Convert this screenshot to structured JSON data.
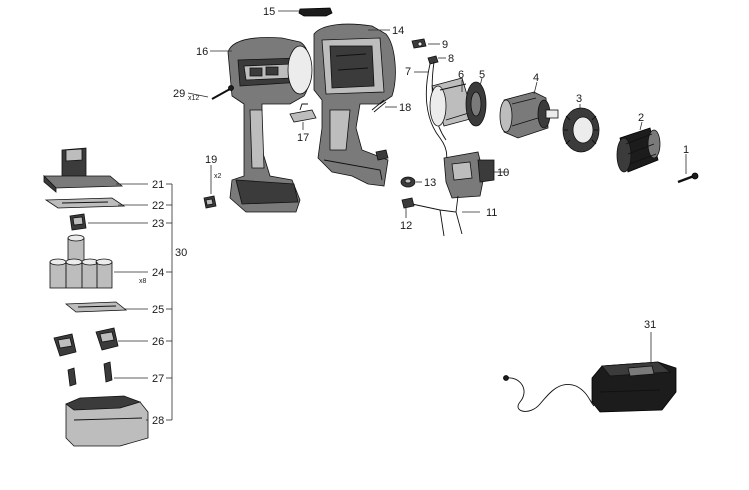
{
  "diagram": {
    "parts": [
      {
        "id": "p1",
        "label": "1"
      },
      {
        "id": "p2",
        "label": "2"
      },
      {
        "id": "p3",
        "label": "3"
      },
      {
        "id": "p4",
        "label": "4"
      },
      {
        "id": "p5",
        "label": "5"
      },
      {
        "id": "p6",
        "label": "6"
      },
      {
        "id": "p7",
        "label": "7"
      },
      {
        "id": "p8",
        "label": "8"
      },
      {
        "id": "p9",
        "label": "9"
      },
      {
        "id": "p10",
        "label": "10"
      },
      {
        "id": "p11",
        "label": "11"
      },
      {
        "id": "p12",
        "label": "12"
      },
      {
        "id": "p13",
        "label": "13"
      },
      {
        "id": "p14",
        "label": "14"
      },
      {
        "id": "p15",
        "label": "15"
      },
      {
        "id": "p16",
        "label": "16"
      },
      {
        "id": "p17",
        "label": "17"
      },
      {
        "id": "p18",
        "label": "18"
      },
      {
        "id": "p19",
        "label": "19",
        "qty": "x2"
      },
      {
        "id": "p21",
        "label": "21"
      },
      {
        "id": "p22",
        "label": "22"
      },
      {
        "id": "p23",
        "label": "23"
      },
      {
        "id": "p24",
        "label": "24",
        "qty": "x8"
      },
      {
        "id": "p25",
        "label": "25"
      },
      {
        "id": "p26",
        "label": "26"
      },
      {
        "id": "p27",
        "label": "27"
      },
      {
        "id": "p28",
        "label": "28"
      },
      {
        "id": "p29",
        "label": "29",
        "qty": "x12"
      },
      {
        "id": "p30",
        "label": "30"
      },
      {
        "id": "p31",
        "label": "31"
      }
    ]
  }
}
